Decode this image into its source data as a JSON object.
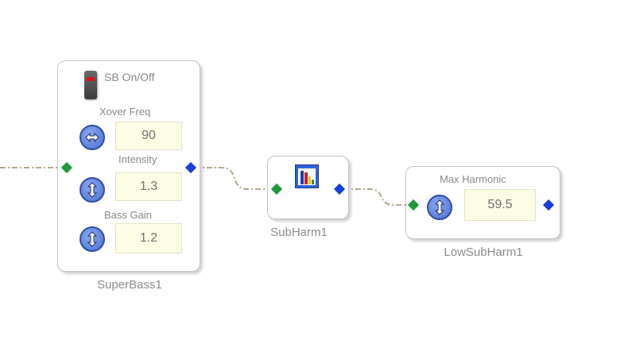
{
  "blocks": {
    "superbass": {
      "name": "SuperBass1",
      "switch_label": "SB On/Off",
      "params": [
        {
          "label": "Xover Freq",
          "value": "90"
        },
        {
          "label": "Intensity",
          "value": "1.3"
        },
        {
          "label": "Bass Gain",
          "value": "1.2"
        }
      ]
    },
    "subharm": {
      "name": "SubHarm1",
      "icon": "spectrum-icon"
    },
    "lowsubharm": {
      "name": "LowSubHarm1",
      "params": [
        {
          "label": "Max Harmonic",
          "value": "59.5"
        }
      ]
    }
  },
  "colors": {
    "wire": "#b5a88a",
    "input_pin": "#1e9a3a",
    "output_pin": "#1a3fe0",
    "knob": "#4a6fd0"
  }
}
